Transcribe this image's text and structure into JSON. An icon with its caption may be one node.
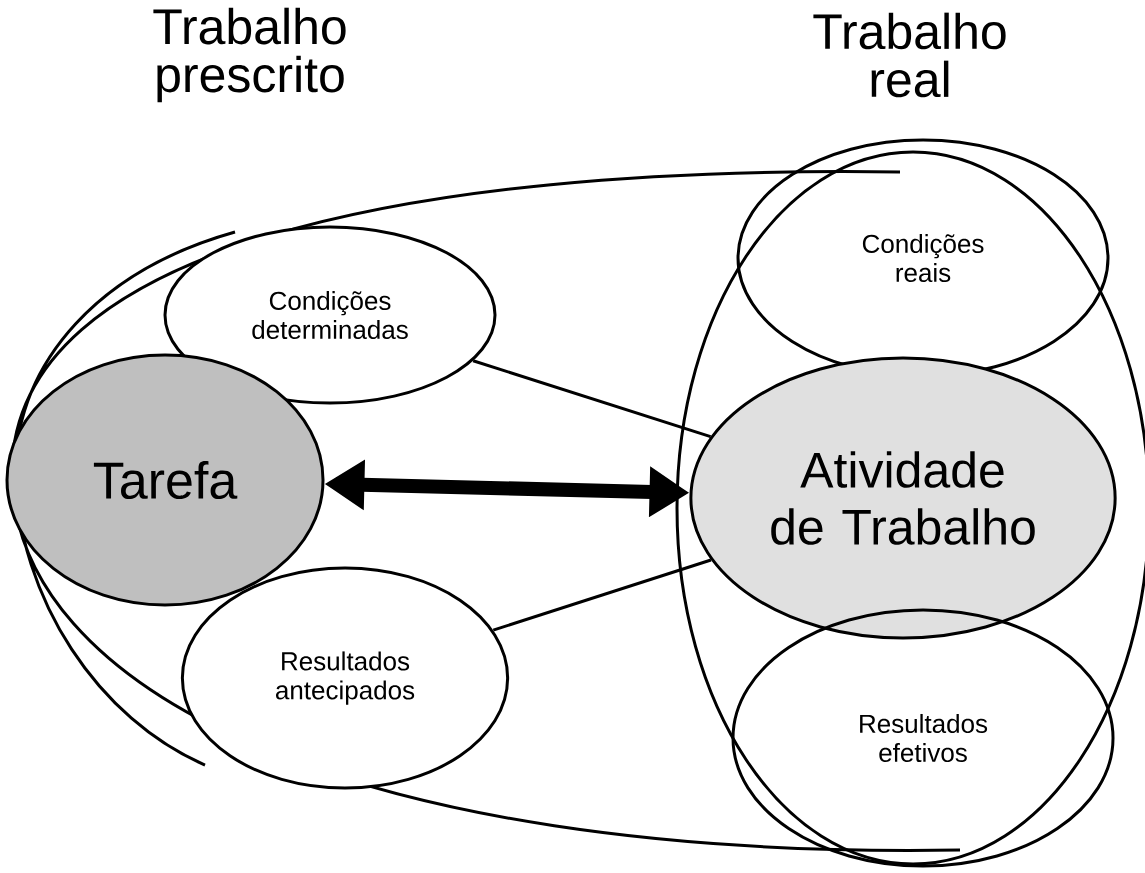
{
  "diagram": {
    "nodes": [
      {
        "text": [
          "Condições determinadas"
        ]
      },
      {
        "text": [
          "Tarefa"
        ]
      },
      {
        "text": [
          "Resultados antecipados"
        ]
      },
      {
        "text": [],
        "shape": "circle"
      },
      {
        "text": [
          "Condições reais"
        ],
        "in": 3
      },
      {
        "text": [
          "Atividade de Trabalho"
        ],
        "in": 3
      },
      {
        "text": [
          "Resultados efetivos"
        ],
        "in": 3
      }
    ],
    "edges": [
      {
        "from": 1,
        "to": 5,
        "arrow": "both",
        "style": "thick"
      },
      {
        "from": 0,
        "to": 5,
        "arrow": "none"
      },
      {
        "from": 2,
        "to": 5,
        "arrow": "none"
      }
    ],
    "labels": [
      "Trabalho prescrito",
      "Trabalho real"
    ]
  }
}
